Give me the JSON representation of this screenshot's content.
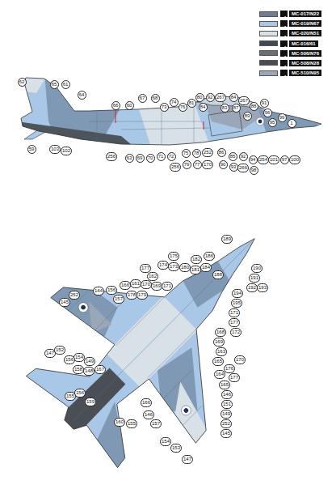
{
  "diagram": {
    "nodes": [
      {
        "text": [
          "62"
        ]
      },
      {
        "text": [
          "65"
        ]
      },
      {
        "text": [
          "61"
        ]
      },
      {
        "text": [
          "64"
        ]
      },
      {
        "text": [
          "66"
        ]
      },
      {
        "text": [
          "60"
        ]
      },
      {
        "text": [
          "67"
        ]
      },
      {
        "text": [
          "68"
        ]
      },
      {
        "text": [
          "73"
        ]
      },
      {
        "text": [
          "74"
        ]
      },
      {
        "text": [
          "76"
        ]
      },
      {
        "text": [
          "81"
        ]
      },
      {
        "text": [
          "80"
        ]
      },
      {
        "text": [
          "84"
        ]
      },
      {
        "text": [
          "92"
        ]
      },
      {
        "text": [
          "267"
        ]
      },
      {
        "text": [
          "83"
        ]
      },
      {
        "text": [
          "84"
        ]
      },
      {
        "text": [
          "87"
        ]
      },
      {
        "text": [
          "267"
        ]
      },
      {
        "text": [
          "88"
        ]
      },
      {
        "text": [
          "89"
        ]
      },
      {
        "text": [
          "91"
        ]
      },
      {
        "text": [
          "96"
        ]
      },
      {
        "text": [
          "95"
        ]
      },
      {
        "text": [
          "99"
        ]
      },
      {
        "text": [
          "1"
        ]
      },
      {
        "text": [
          "59"
        ]
      },
      {
        "text": [
          "103"
        ]
      },
      {
        "text": [
          "102"
        ]
      },
      {
        "text": [
          "256"
        ]
      },
      {
        "text": [
          "63"
        ]
      },
      {
        "text": [
          "69"
        ]
      },
      {
        "text": [
          "70"
        ]
      },
      {
        "text": [
          "71"
        ]
      },
      {
        "text": [
          "72"
        ]
      },
      {
        "text": [
          "256"
        ]
      },
      {
        "text": [
          "75"
        ]
      },
      {
        "text": [
          "78"
        ]
      },
      {
        "text": [
          "252"
        ]
      },
      {
        "text": [
          "79"
        ]
      },
      {
        "text": [
          "77"
        ]
      },
      {
        "text": [
          "170"
        ]
      },
      {
        "text": [
          "86"
        ]
      },
      {
        "text": [
          "90"
        ]
      },
      {
        "text": [
          "85"
        ]
      },
      {
        "text": [
          "93"
        ]
      },
      {
        "text": [
          "92"
        ]
      },
      {
        "text": [
          "266"
        ]
      },
      {
        "text": [
          "94"
        ]
      },
      {
        "text": [
          "98"
        ]
      },
      {
        "text": [
          "254"
        ]
      },
      {
        "text": [
          "101"
        ]
      },
      {
        "text": [
          "97"
        ]
      },
      {
        "text": [
          "100"
        ]
      },
      {
        "text": [
          "189"
        ]
      },
      {
        "text": [
          "175"
        ]
      },
      {
        "text": [
          "186"
        ]
      },
      {
        "text": [
          "182"
        ]
      },
      {
        "text": [
          "174"
        ]
      },
      {
        "text": [
          "173"
        ]
      },
      {
        "text": [
          "180"
        ]
      },
      {
        "text": [
          "184"
        ]
      },
      {
        "text": [
          "181"
        ]
      },
      {
        "text": [
          "177"
        ]
      },
      {
        "text": [
          "190"
        ]
      },
      {
        "text": [
          "188"
        ]
      },
      {
        "text": [
          "162"
        ]
      },
      {
        "text": [
          "191"
        ]
      },
      {
        "text": [
          "166"
        ]
      },
      {
        "text": [
          "161"
        ]
      },
      {
        "text": [
          "170"
        ]
      },
      {
        "text": [
          "169"
        ]
      },
      {
        "text": [
          "171"
        ]
      },
      {
        "text": [
          "192"
        ]
      },
      {
        "text": [
          "193"
        ]
      },
      {
        "text": [
          "144"
        ]
      },
      {
        "text": [
          "156"
        ]
      },
      {
        "text": [
          "194"
        ]
      },
      {
        "text": [
          "252"
        ]
      },
      {
        "text": [
          "178"
        ]
      },
      {
        "text": [
          "179"
        ]
      },
      {
        "text": [
          "157"
        ]
      },
      {
        "text": [
          "145"
        ]
      },
      {
        "text": [
          "195"
        ]
      },
      {
        "text": [
          "171"
        ]
      },
      {
        "text": [
          "177"
        ]
      },
      {
        "text": [
          "172"
        ]
      },
      {
        "text": [
          "168"
        ]
      },
      {
        "text": [
          "169"
        ]
      },
      {
        "text": [
          "163"
        ]
      },
      {
        "text": [
          "147"
        ]
      },
      {
        "text": [
          "152"
        ]
      },
      {
        "text": [
          "154"
        ]
      },
      {
        "text": [
          "156"
        ]
      },
      {
        "text": [
          "170"
        ]
      },
      {
        "text": [
          "165"
        ]
      },
      {
        "text": [
          "149"
        ]
      },
      {
        "text": [
          "176"
        ]
      },
      {
        "text": [
          "158"
        ]
      },
      {
        "text": [
          "148"
        ]
      },
      {
        "text": [
          "167"
        ]
      },
      {
        "text": [
          "164"
        ]
      },
      {
        "text": [
          "177"
        ]
      },
      {
        "text": [
          "165"
        ]
      },
      {
        "text": [
          "156"
        ]
      },
      {
        "text": [
          "146"
        ]
      },
      {
        "text": [
          "155"
        ]
      },
      {
        "text": [
          "159"
        ]
      },
      {
        "text": [
          "166"
        ]
      },
      {
        "text": [
          "151"
        ]
      },
      {
        "text": [
          "149"
        ]
      },
      {
        "text": [
          "146"
        ]
      },
      {
        "text": [
          "160"
        ]
      },
      {
        "text": [
          "157"
        ]
      },
      {
        "text": [
          "155"
        ]
      },
      {
        "text": [
          "252"
        ]
      },
      {
        "text": [
          "145"
        ]
      },
      {
        "text": [
          "154"
        ]
      },
      {
        "text": [
          "153"
        ]
      },
      {
        "text": [
          "147"
        ]
      }
    ],
    "legend": [
      {
        "text": "MC-017/N22",
        "color": "#6f7f93"
      },
      {
        "text": "MC-019/N67",
        "color": "#a9c7e6"
      },
      {
        "text": "MC-020/N51",
        "color": "#d9e1e8"
      },
      {
        "text": "MC-016/61",
        "color": "#3f4853"
      },
      {
        "text": "MC-506/N76",
        "color": "#6b6e72"
      },
      {
        "text": "MC-508/N28",
        "color": "#4a4d52"
      },
      {
        "text": "MC-510/N95",
        "color": "#9aa7b9"
      }
    ]
  }
}
